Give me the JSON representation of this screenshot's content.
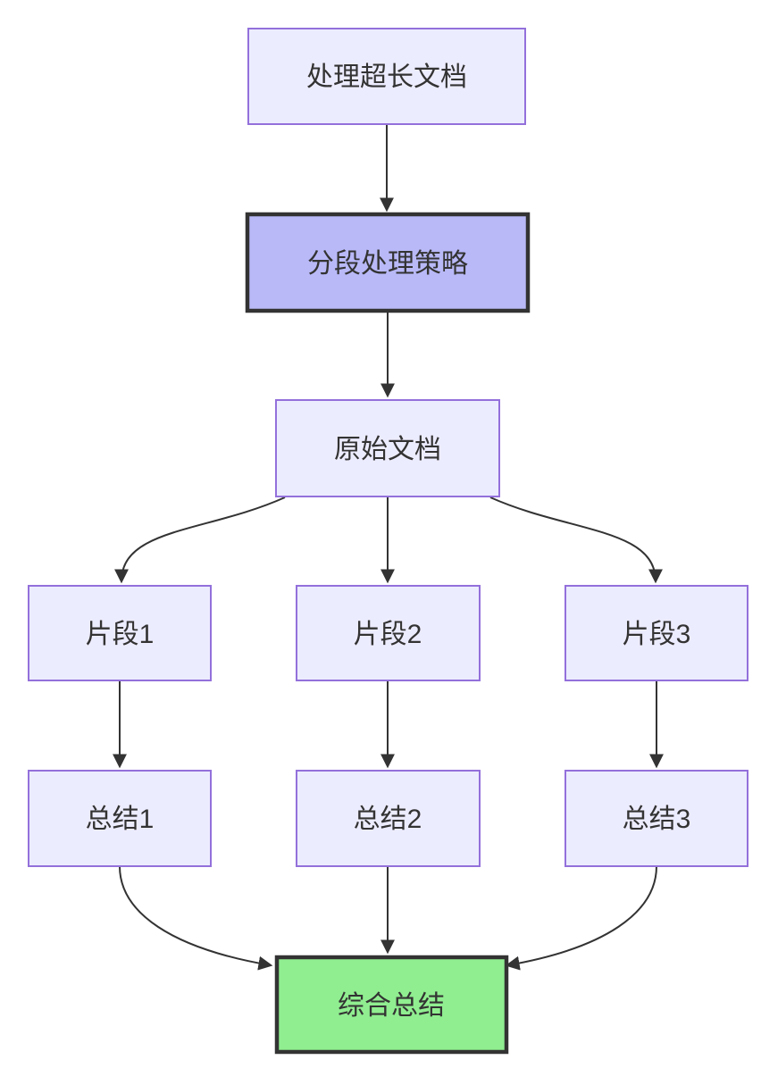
{
  "diagram": {
    "type": "flowchart",
    "direction": "top-down",
    "nodes": [
      {
        "id": "process",
        "label": "处理超长文档",
        "style": "default"
      },
      {
        "id": "strategy",
        "label": "分段处理策略",
        "style": "highlight-purple"
      },
      {
        "id": "original",
        "label": "原始文档",
        "style": "default"
      },
      {
        "id": "fragment1",
        "label": "片段1",
        "style": "default"
      },
      {
        "id": "fragment2",
        "label": "片段2",
        "style": "default"
      },
      {
        "id": "fragment3",
        "label": "片段3",
        "style": "default"
      },
      {
        "id": "summary1",
        "label": "总结1",
        "style": "default"
      },
      {
        "id": "summary2",
        "label": "总结2",
        "style": "default"
      },
      {
        "id": "summary3",
        "label": "总结3",
        "style": "default"
      },
      {
        "id": "combined",
        "label": "综合总结",
        "style": "highlight-green"
      }
    ],
    "edges": [
      {
        "from": "process",
        "to": "strategy"
      },
      {
        "from": "strategy",
        "to": "original"
      },
      {
        "from": "original",
        "to": "fragment1"
      },
      {
        "from": "original",
        "to": "fragment2"
      },
      {
        "from": "original",
        "to": "fragment3"
      },
      {
        "from": "fragment1",
        "to": "summary1"
      },
      {
        "from": "fragment2",
        "to": "summary2"
      },
      {
        "from": "fragment3",
        "to": "summary3"
      },
      {
        "from": "summary1",
        "to": "combined"
      },
      {
        "from": "summary2",
        "to": "combined"
      },
      {
        "from": "summary3",
        "to": "combined"
      }
    ],
    "colors": {
      "node_fill": "#ECECFF",
      "node_border": "#9370DB",
      "highlight_purple_fill": "#B9B9F8",
      "highlight_green_fill": "#90EE90",
      "highlight_border": "#333333",
      "edge": "#333333",
      "text": "#333333",
      "background": "#FFFFFF"
    }
  }
}
